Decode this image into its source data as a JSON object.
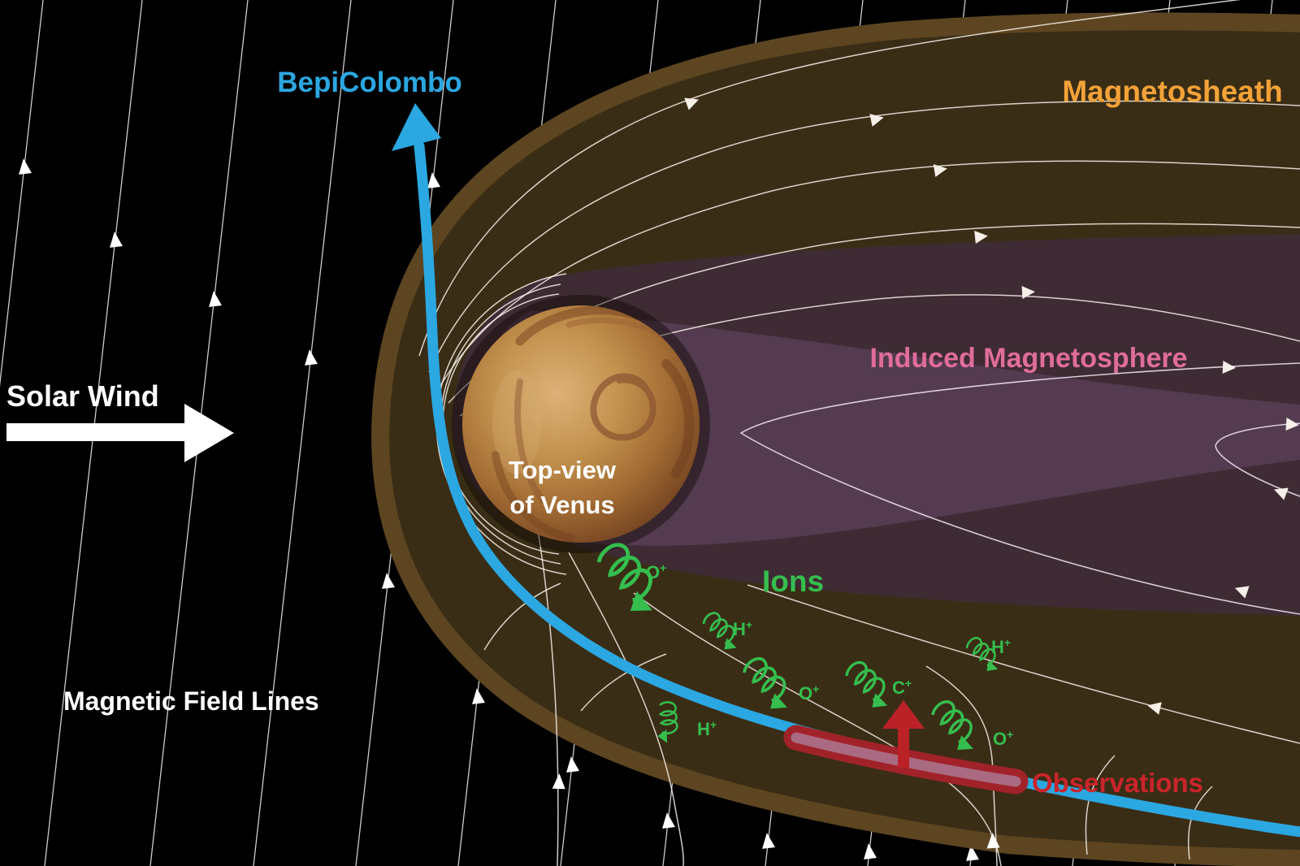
{
  "labels": {
    "bepicolombo": "BepiColombo",
    "magnetosheath": "Magnetosheath",
    "solar_wind": "Solar Wind",
    "induced_magnetosphere": "Induced Magnetosphere",
    "venus_line1": "Top-view",
    "venus_line2": "of Venus",
    "ions": "Ions",
    "magnetic_field_lines": "Magnetic Field Lines",
    "observations": "Observations"
  },
  "ions": [
    {
      "species": "O",
      "charge": "+"
    },
    {
      "species": "H",
      "charge": "+"
    },
    {
      "species": "O",
      "charge": "+"
    },
    {
      "species": "C",
      "charge": "+"
    },
    {
      "species": "H",
      "charge": "+"
    },
    {
      "species": "O",
      "charge": "+"
    },
    {
      "species": "H",
      "charge": "+"
    }
  ],
  "colors": {
    "spacecraft_blue": "#2ba7e1",
    "magnetosheath_orange": "#f4a238",
    "magnetosphere_pink": "#e06d9b",
    "ion_green": "#35be4e",
    "observation_red": "#c9252b",
    "observation_bar_red": "#a12329",
    "observation_bar_stripe": "#a96a82",
    "sheath_fill": "#3a2d15",
    "sheath_edge": "#5d4521",
    "magnetosphere_dark": "#3f2b33",
    "magnetosphere_light": "#543b4f"
  }
}
